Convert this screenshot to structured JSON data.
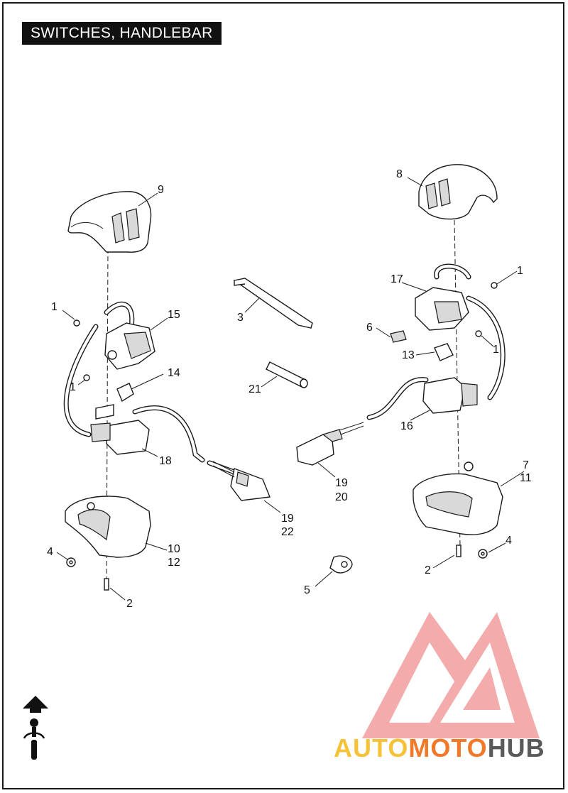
{
  "title": "SWITCHES, HANDLEBAR",
  "callouts": {
    "c9": "9",
    "c8": "8",
    "c1a": "1",
    "c1b": "1",
    "c1c": "1",
    "c1d": "1",
    "c15": "15",
    "c17": "17",
    "c3": "3",
    "c6": "6",
    "c13": "13",
    "c14": "14",
    "c21": "21",
    "c16": "16",
    "c18": "18",
    "c7": "7",
    "c11": "11",
    "c19a": "19",
    "c20": "20",
    "c19b": "19",
    "c22": "22",
    "c4a": "4",
    "c4b": "4",
    "c10": "10",
    "c12": "12",
    "c2a": "2",
    "c2b": "2",
    "c5": "5"
  },
  "watermark": {
    "auto": "AUTO",
    "moto": "MOTO",
    "hub": "HUB",
    "accent": "#f07a2a",
    "triangle_color": "#ee8a8a"
  },
  "icons": {
    "orientation": "forward-arrow-icon",
    "rider": "rider-icon"
  }
}
